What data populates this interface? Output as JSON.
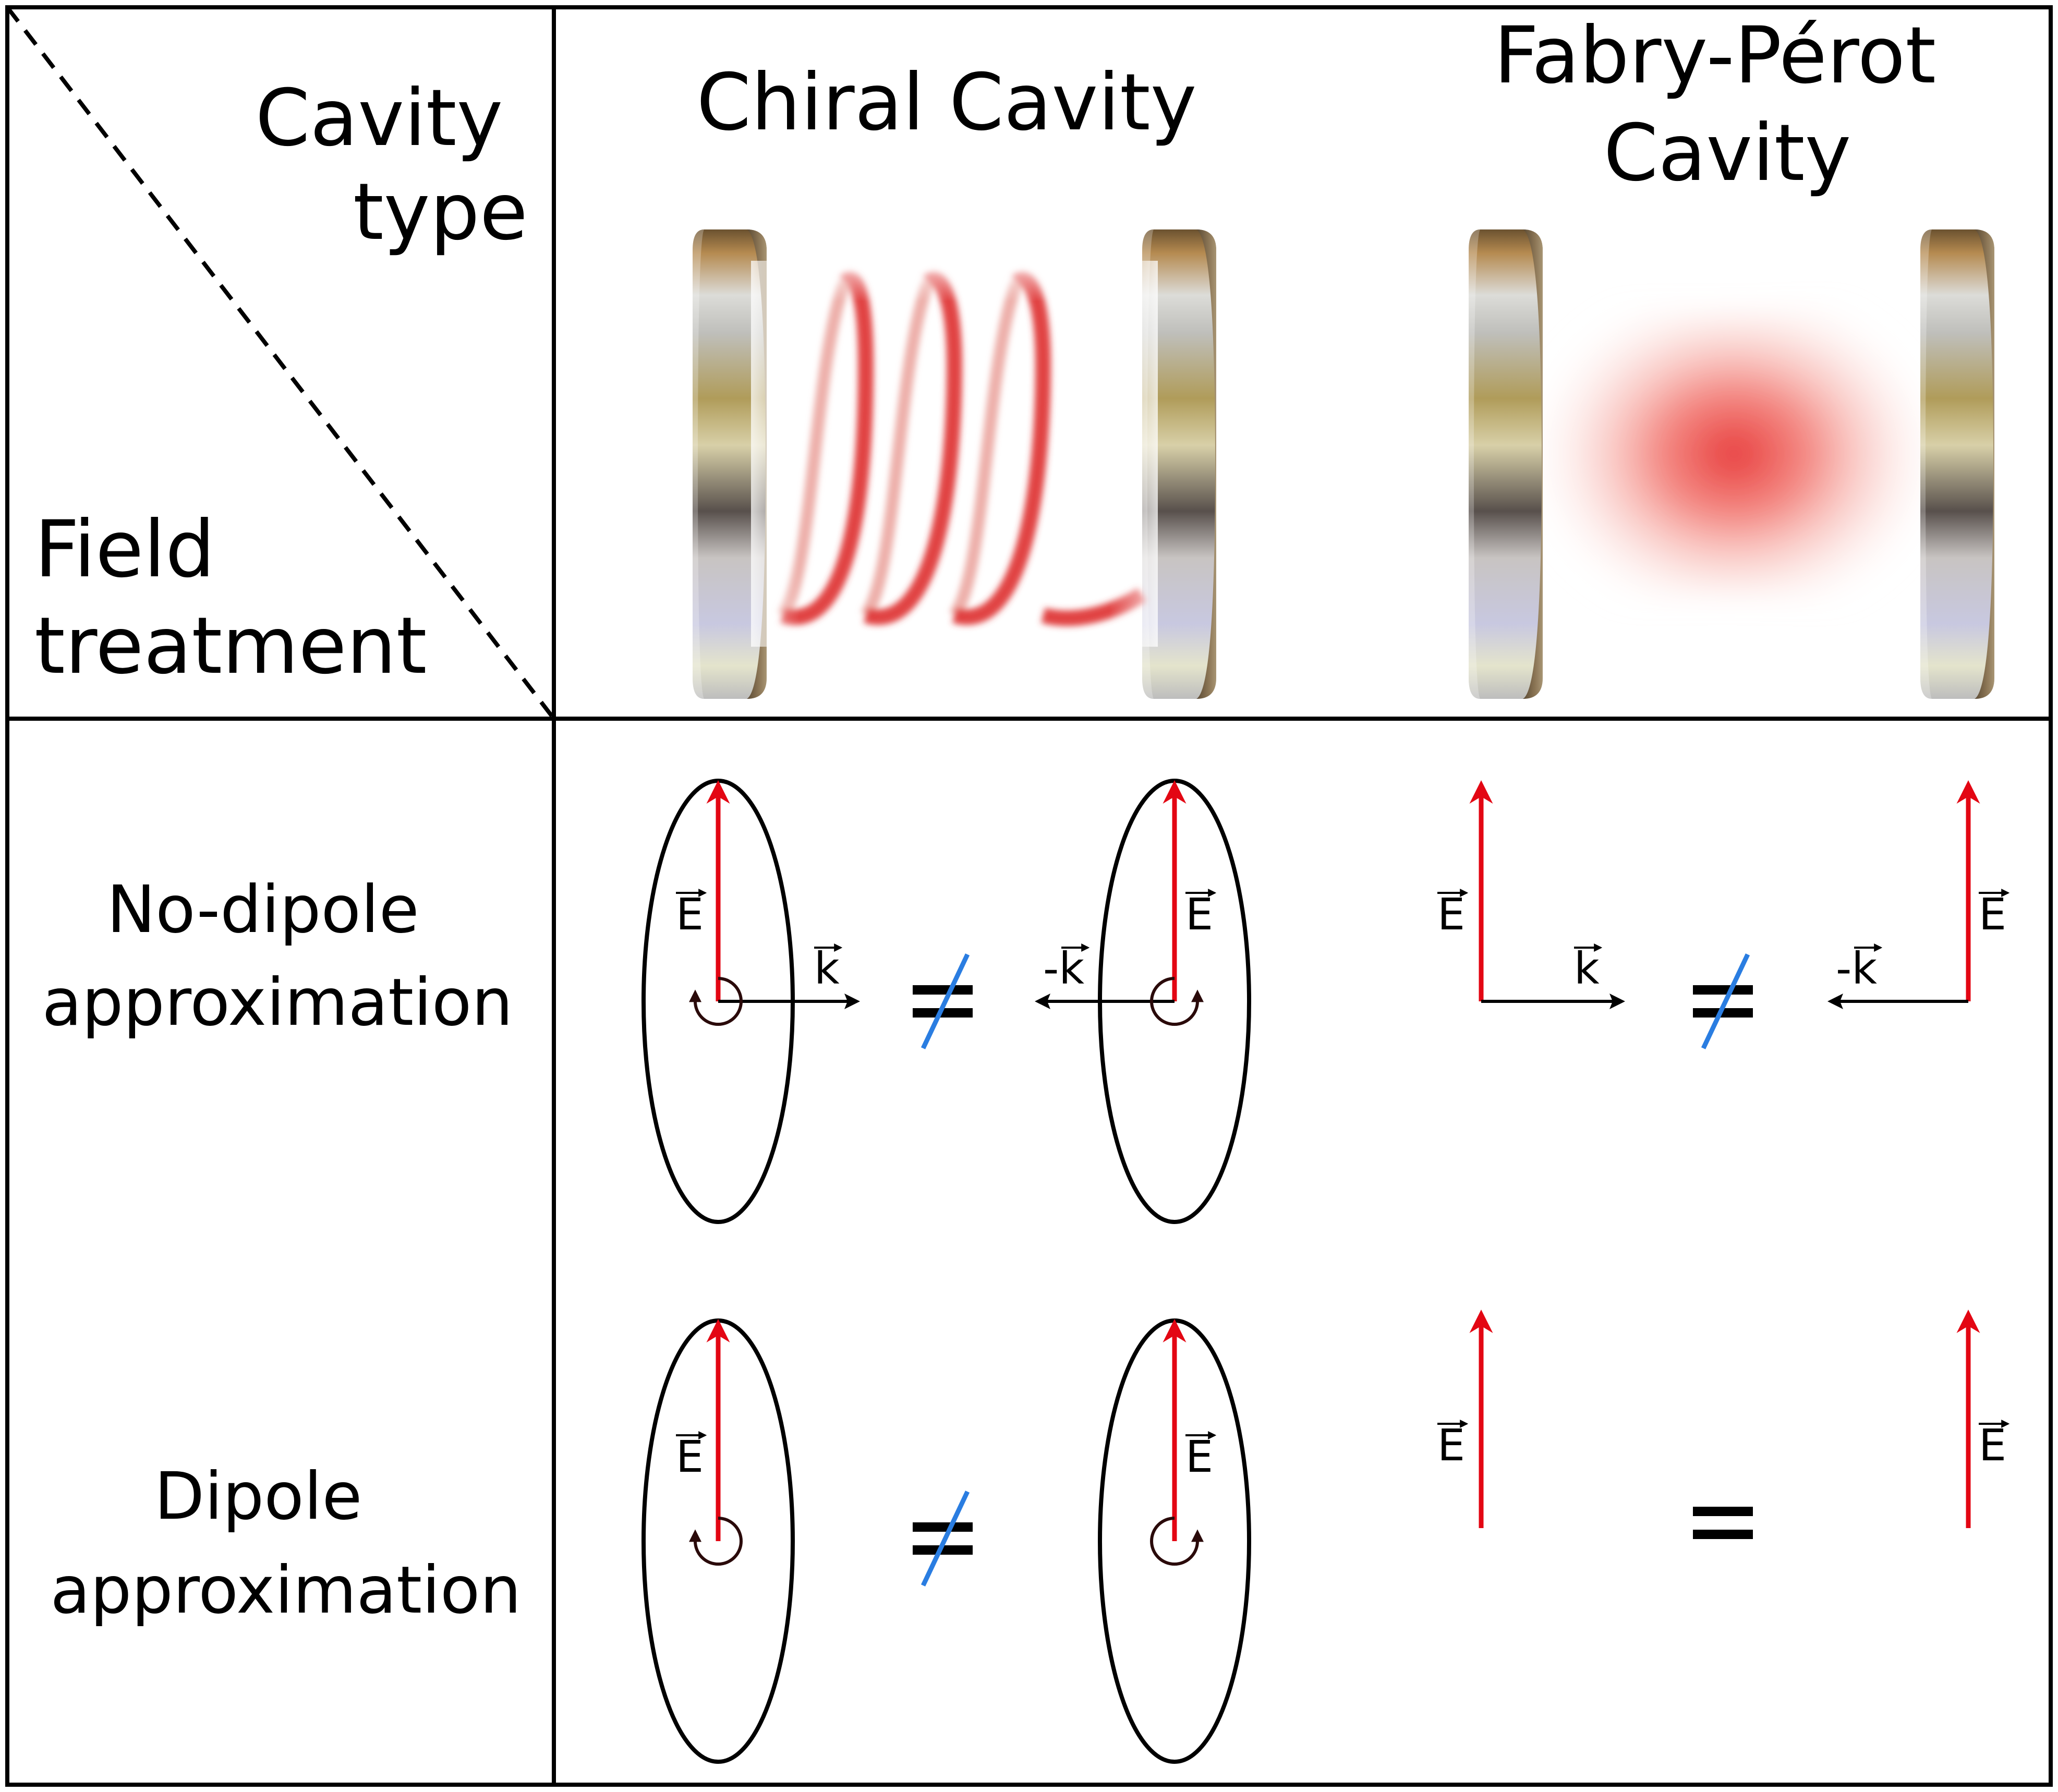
{
  "header": {
    "corner_top": [
      "Cavity",
      "type"
    ],
    "corner_bottom": [
      "Field",
      "treatment"
    ],
    "chiral_title": "Chiral Cavity",
    "fp_title": [
      "Fabry-Pérot",
      "Cavity"
    ]
  },
  "rows": {
    "no_dipole": [
      "No-dipole",
      "approximation"
    ],
    "dipole": [
      "Dipole",
      "approximation"
    ]
  },
  "symbols": {
    "E": "E",
    "k": "k",
    "minus_k": "-k",
    "minus_sign": "-",
    "equals": "="
  },
  "colors": {
    "field_arrow": "#e30613",
    "not_equal_slash": "#2a7de1",
    "mirror_shade": "#a89574",
    "light_beam": "#e62e2e",
    "grid_line": "#000000"
  },
  "icons": {
    "mirror": "cavity-mirror-icon",
    "helix": "helical-light-icon",
    "beam": "gaussian-beam-icon",
    "rotation": "circular-rotation-arrow-icon"
  }
}
